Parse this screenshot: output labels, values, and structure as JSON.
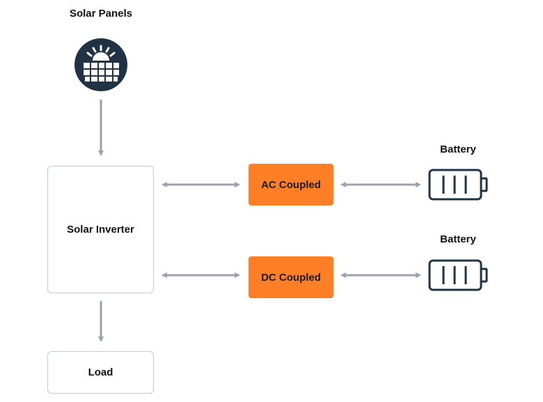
{
  "colors": {
    "accent": "#ff7f27",
    "icon_navy": "#1f3344",
    "arrow_gray": "#9aa3ab",
    "box_border": "#c4c9ce"
  },
  "nodes": {
    "solar_panels": {
      "label": "Solar Panels",
      "icon": "solar-panel-icon"
    },
    "solar_inverter": {
      "label": "Solar Inverter"
    },
    "load": {
      "label": "Load"
    },
    "ac_coupled": {
      "label": "AC Coupled"
    },
    "dc_coupled": {
      "label": "DC Coupled"
    },
    "battery_ac": {
      "label": "Battery",
      "icon": "battery-icon"
    },
    "battery_dc": {
      "label": "Battery",
      "icon": "battery-icon"
    }
  },
  "edges": [
    {
      "from": "solar_panels",
      "to": "solar_inverter",
      "direction": "one-way"
    },
    {
      "from": "solar_inverter",
      "to": "load",
      "direction": "one-way"
    },
    {
      "from": "solar_inverter",
      "to": "ac_coupled",
      "direction": "two-way"
    },
    {
      "from": "ac_coupled",
      "to": "battery_ac",
      "direction": "two-way"
    },
    {
      "from": "solar_inverter",
      "to": "dc_coupled",
      "direction": "two-way"
    },
    {
      "from": "dc_coupled",
      "to": "battery_dc",
      "direction": "two-way"
    }
  ]
}
